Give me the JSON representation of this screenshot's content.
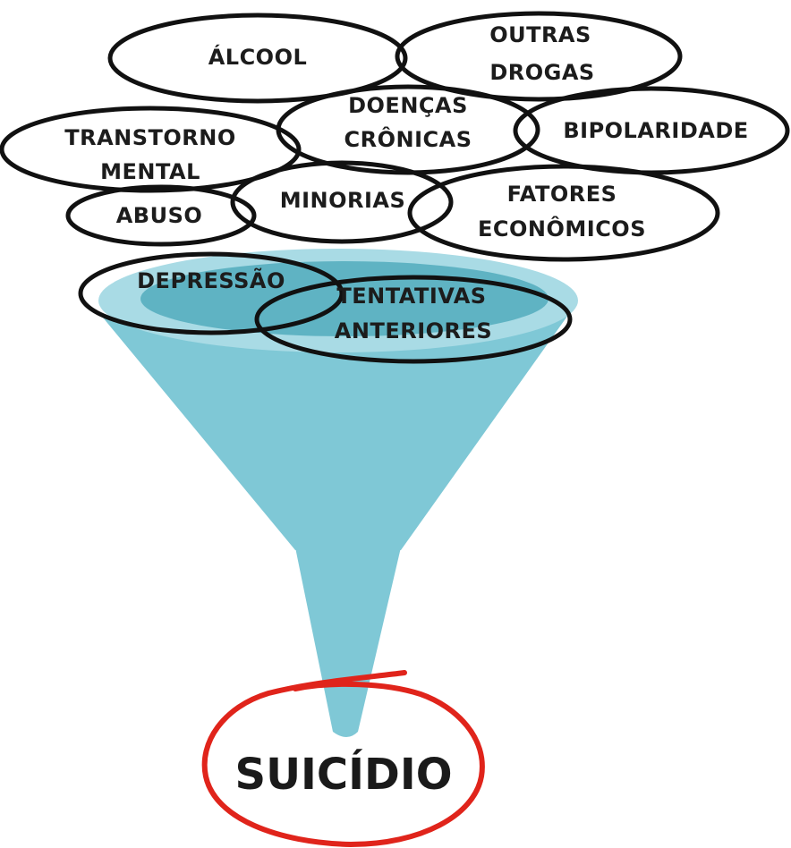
{
  "factors": {
    "alcool": "ÁLCOOL",
    "outras_drogas": [
      "OUTRAS",
      "DROGAS"
    ],
    "doencas_cronicas": [
      "DOENÇAS",
      "CRÔNICAS"
    ],
    "transtorno_mental": [
      "TRANSTORNO",
      "MENTAL"
    ],
    "bipolaridade": "BIPOLARIDADE",
    "abuso": "ABUSO",
    "minorias": "MINORIAS",
    "fatores_economicos": [
      "FATORES",
      "ECONÔMICOS"
    ],
    "depressao": "DEPRESSÃO",
    "tentativas_anteriores": [
      "TENTATIVAS",
      "ANTERIORES"
    ]
  },
  "outcome": "SUICÍDIO",
  "colors": {
    "funnel_body": "#7fc8d6",
    "funnel_rim": "#a9dbe5",
    "funnel_opening": "#5fb3c3",
    "outline": "#111111",
    "outcome_circle": "#e0241b"
  }
}
